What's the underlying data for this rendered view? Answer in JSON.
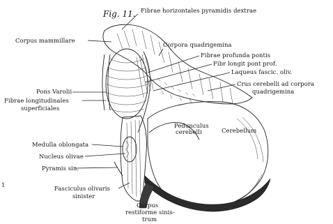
{
  "figure": {
    "number": "Fig. 11.",
    "margin_mark": "1"
  },
  "labels": {
    "fibrae_horizontales": "Fibrae horizontales pyramidis dextrae",
    "corpus_mammillare": "Corpus mammillare",
    "corpora_quadrigemina": "Corpora quadrigemina",
    "fibrae_profundae": "Fibrae profunda pontis",
    "fibr_longit": "Fibr longit pont prof.",
    "laqueus": "Laqueus fascic. oliv.",
    "crus_cerebelli_1": "Crus cerebelli ad corpora",
    "crus_cerebelli_2": "quadrigemina",
    "pons_varolii": "Pons Varolii",
    "fibrae_longitudinales_1": "Fibrae longitudinales",
    "fibrae_longitudinales_2": "superficiales",
    "pedunculus_1": "Pedunculus",
    "pedunculus_2": "cerebelli",
    "cerebellum": "Cerebellum",
    "medulla": "Medulla oblongata",
    "nucleus_olivae": "Nucleus olivae",
    "pyramis": "Pyramis sin.",
    "fasciculus_1": "Fasciculus olivaris",
    "fasciculus_2": "sinister",
    "corpus_resti_1": "Corpus",
    "corpus_resti_2": "restiforme sinis-",
    "corpus_resti_3": "trum"
  }
}
